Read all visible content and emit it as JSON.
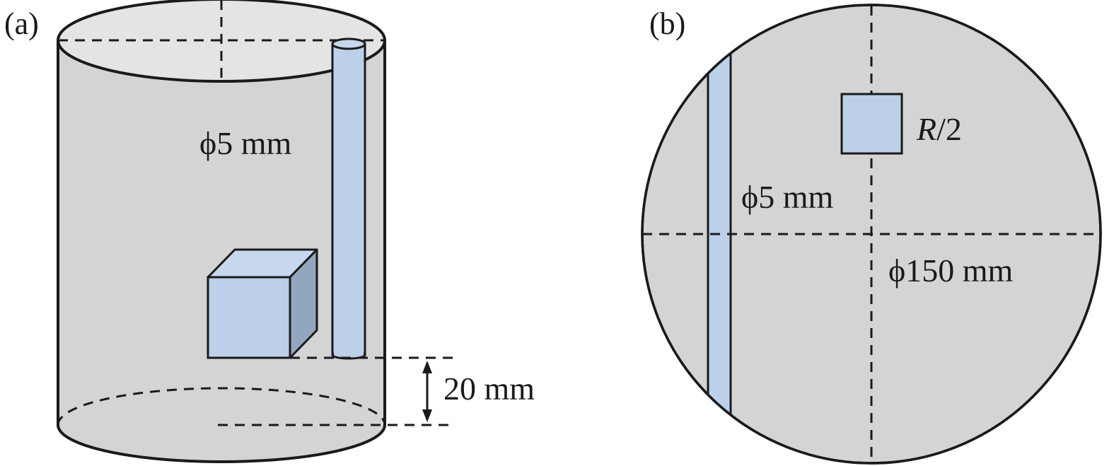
{
  "panels": {
    "a": {
      "label": "(a)",
      "rod_diameter_label": "ϕ5 mm",
      "height_label": "20 mm"
    },
    "b": {
      "label": "(b)",
      "rod_diameter_label": "ϕ5 mm",
      "cube_position_label": "R/2",
      "cube_position_var": "R",
      "cube_position_rest": "/2",
      "container_diameter_label": "ϕ150 mm"
    }
  },
  "colors": {
    "container_fill": "#d4d4d4",
    "container_top_fill": "#e4e4e4",
    "object_fill": "#bcd0ea",
    "cube_top_fill": "#c7d7ee",
    "cube_side_fill": "#93a6bf",
    "stroke": "#1a1a1a"
  }
}
